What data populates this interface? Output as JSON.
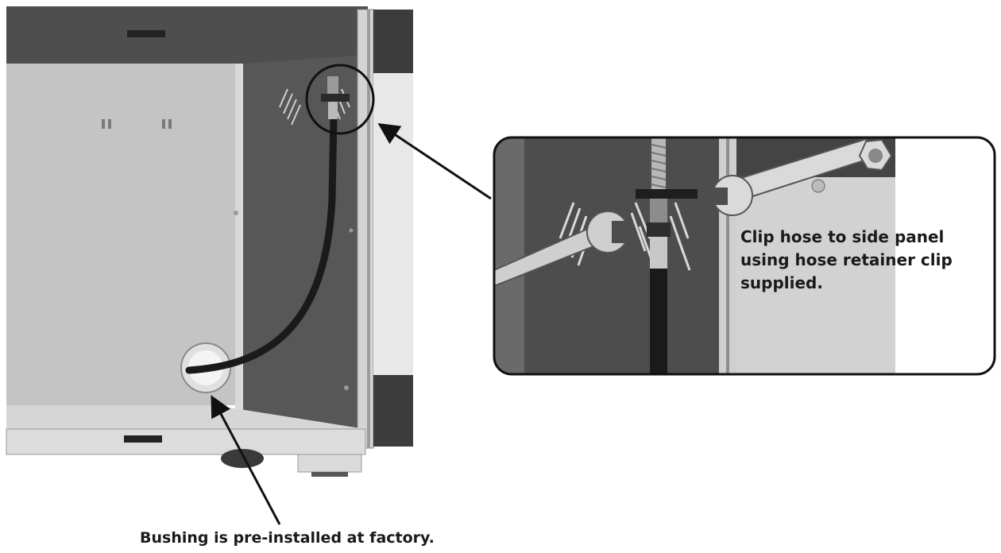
{
  "callout": {
    "lines": [
      "Clip hose to side panel",
      "using hose retainer clip",
      "supplied."
    ]
  },
  "caption": {
    "text": "Bushing is pre-installed at factory."
  },
  "colors": {
    "cabinet_dark": "#505050",
    "cabinet_light": "#c6c6c6",
    "side_panel": "#585858",
    "hose": "#1a1a1a",
    "outline": "#111111"
  },
  "icons": [
    "open-end-wrench-icon",
    "hose-retainer-clip-icon",
    "gas-hose-icon"
  ]
}
